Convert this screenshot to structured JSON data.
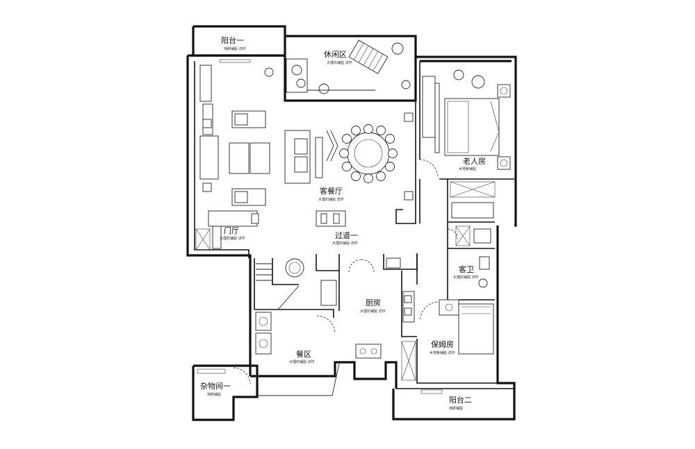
{
  "rooms": {
    "balcony1": {
      "name": "阳台一",
      "floor": "地砖铺贴 详作"
    },
    "leisure": {
      "name": "休闲区",
      "floor": "大理石铺贴 详作"
    },
    "living": {
      "name": "客餐厅",
      "floor": "大理石铺贴 详作"
    },
    "elder": {
      "name": "老人房",
      "floor": "木地板铺贴"
    },
    "foyer": {
      "name": "门厅",
      "floor": "大理石铺贴 详作"
    },
    "hall": {
      "name": "过道一",
      "floor": "大理石铺贴 详作"
    },
    "kitchen": {
      "name": "厨房",
      "floor": "大理石铺贴 详作"
    },
    "guest_bath": {
      "name": "客卫",
      "floor": "大理石铺贴 详作"
    },
    "laundry": {
      "name": "餐区",
      "floor": "大理石铺贴 详作"
    },
    "nanny": {
      "name": "保姆房",
      "floor": "木地板铺贴 详作"
    },
    "storage": {
      "name": "杂物间一",
      "floor": "地砖铺贴"
    },
    "balcony2": {
      "name": "阳台二",
      "floor": "地砖铺贴"
    }
  }
}
